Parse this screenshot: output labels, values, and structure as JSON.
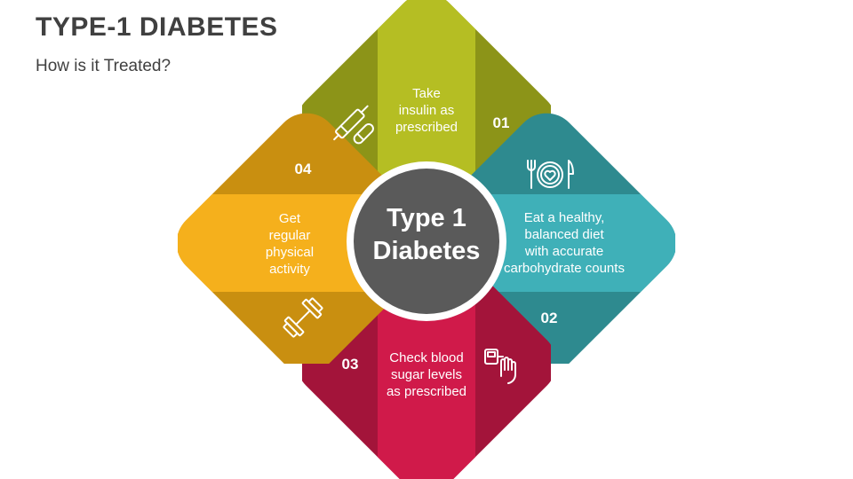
{
  "header": {
    "title": "TYPE-1 DIABETES",
    "subtitle": "How is it Treated?"
  },
  "center": {
    "line1": "Type 1",
    "line2": "Diabetes",
    "color": "#5a5a5a"
  },
  "steps": [
    {
      "number": "01",
      "text_lines": [
        "Take",
        "insulin as",
        "prescribed"
      ],
      "icon": "insulin-pen-icon",
      "colors": {
        "main": "#b5be23",
        "dark": "#8c9418"
      }
    },
    {
      "number": "02",
      "text_lines": [
        "Eat a healthy,",
        "balanced diet",
        "with accurate",
        "carbohydrate counts"
      ],
      "icon": "plate-heart-icon",
      "colors": {
        "main": "#3fb0b8",
        "dark": "#2e8a8f"
      }
    },
    {
      "number": "03",
      "text_lines": [
        "Check blood",
        "sugar levels",
        "as prescribed"
      ],
      "icon": "glucose-meter-icon",
      "colors": {
        "main": "#d01a4a",
        "dark": "#a3143a"
      }
    },
    {
      "number": "04",
      "text_lines": [
        "Get",
        "regular",
        "physical",
        "activity"
      ],
      "icon": "dumbbell-icon",
      "colors": {
        "main": "#f5b01c",
        "dark": "#c98f10"
      }
    }
  ]
}
